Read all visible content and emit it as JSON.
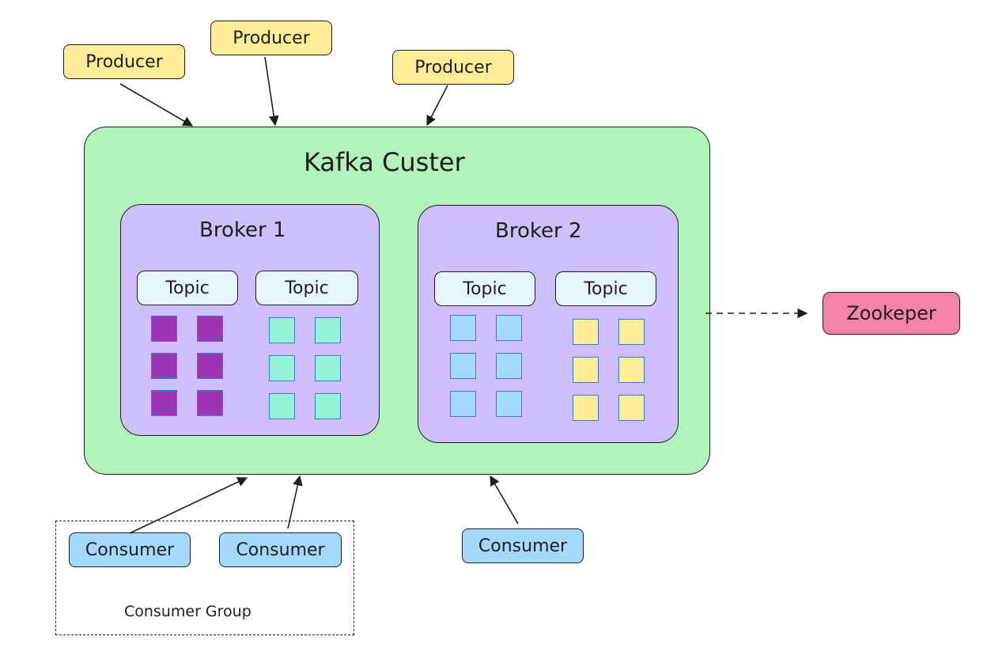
{
  "diagram": {
    "cluster": {
      "title": "Kafka Custer",
      "color": "#b2f2bb"
    },
    "producers": [
      {
        "label": "Producer"
      },
      {
        "label": "Producer"
      },
      {
        "label": "Producer"
      }
    ],
    "brokers": [
      {
        "title": "Broker 1",
        "topics": [
          {
            "label": "Topic",
            "partition_color": "#9c36b5",
            "partitions": 6
          },
          {
            "label": "Topic",
            "partition_color": "#96f2d7",
            "partitions": 6
          }
        ]
      },
      {
        "title": "Broker 2",
        "topics": [
          {
            "label": "Topic",
            "partition_color": "#a5d8ff",
            "partitions": 6
          },
          {
            "label": "Topic",
            "partition_color": "#ffec99",
            "partitions": 6
          }
        ]
      }
    ],
    "zookeeper": {
      "label": "Zookeper",
      "color": "#f783ac"
    },
    "consumer_group": {
      "label": "Consumer Group",
      "consumers": [
        {
          "label": "Consumer"
        },
        {
          "label": "Consumer"
        }
      ]
    },
    "standalone_consumer": {
      "label": "Consumer"
    },
    "colors": {
      "producer": "#ffec99",
      "consumer": "#a5d8ff",
      "broker": "#d0bfff",
      "topic": "#e7f5ff",
      "stroke": "#1e1e1e"
    }
  }
}
